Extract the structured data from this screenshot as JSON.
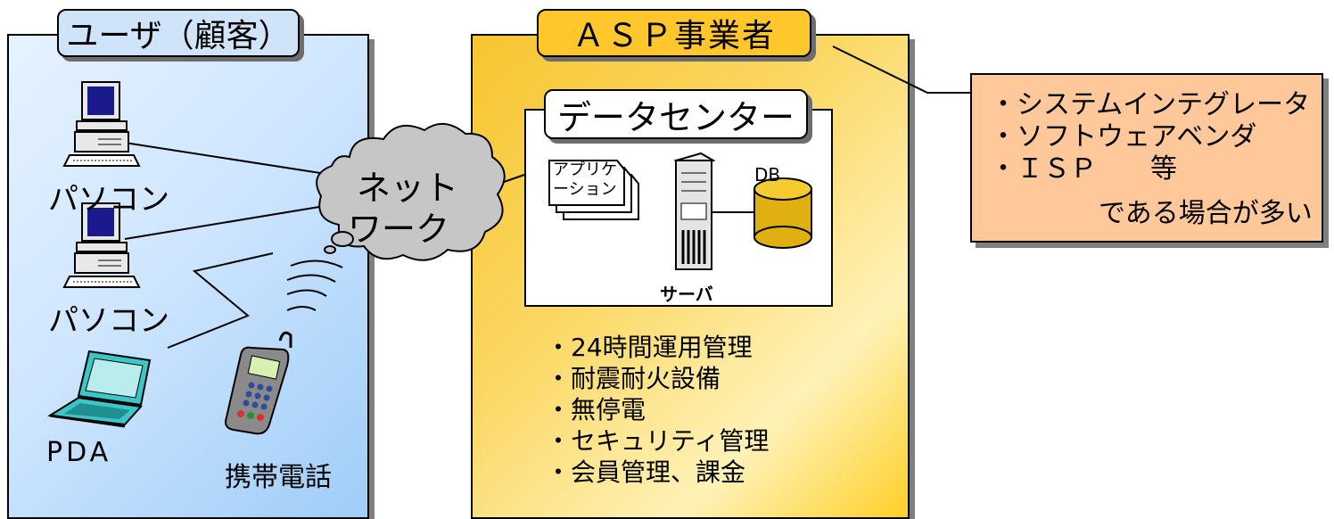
{
  "user_panel": {
    "title": "ユーザ（顧客）",
    "pc1_label": "パソコン",
    "pc2_label": "パソコン",
    "pda_label": "PDA",
    "phone_label": "携帯電話"
  },
  "network": {
    "line1": "ネット",
    "line2": "ワーク"
  },
  "asp_panel": {
    "title": "ＡＳＰ事業者",
    "datacenter": {
      "title": "データセンター",
      "application_label": "アプリケーション",
      "server_label": "サーバ",
      "db_label": "DB"
    },
    "features": [
      "・24時間運用管理",
      "・耐震耐火設備",
      "・無停電",
      "・セキュリティ管理",
      "・会員管理、課金"
    ]
  },
  "vendor_box": {
    "items": [
      "・システムインテグレータ",
      "・ソフトウェアベンダ",
      "・ＩＳＰ　　等"
    ],
    "note": "である場合が多い"
  },
  "colors": {
    "user_panel": "#cfe6ff",
    "asp_panel": "#fbd763",
    "vendor_box": "#ffc89a",
    "title_user": "#cfe4f8",
    "title_asp": "#ffc72c"
  }
}
